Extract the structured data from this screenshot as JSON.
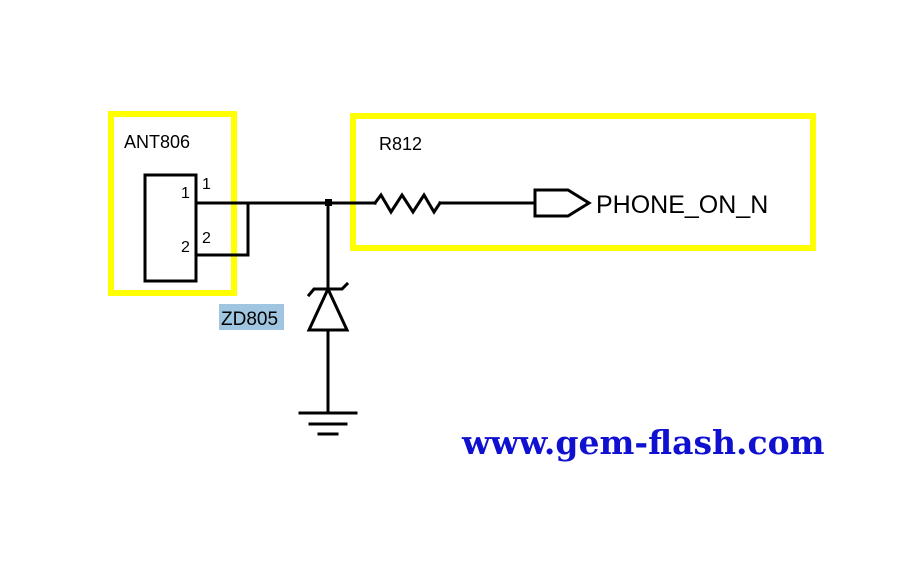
{
  "connector": {
    "ref": "ANT806",
    "pin1_inner": "1",
    "pin2_inner": "2",
    "pin1_outer": "1",
    "pin2_outer": "2"
  },
  "diode": {
    "ref": "ZD805"
  },
  "resistor": {
    "ref": "R812"
  },
  "net": {
    "label": "PHONE_ON_N"
  },
  "watermark": {
    "text": "www.gem-flash.com"
  },
  "colors": {
    "highlight": "#ffff00",
    "diode_label_bg": "#9fc5e0",
    "watermark": "#1010d0",
    "wire": "#000000"
  }
}
